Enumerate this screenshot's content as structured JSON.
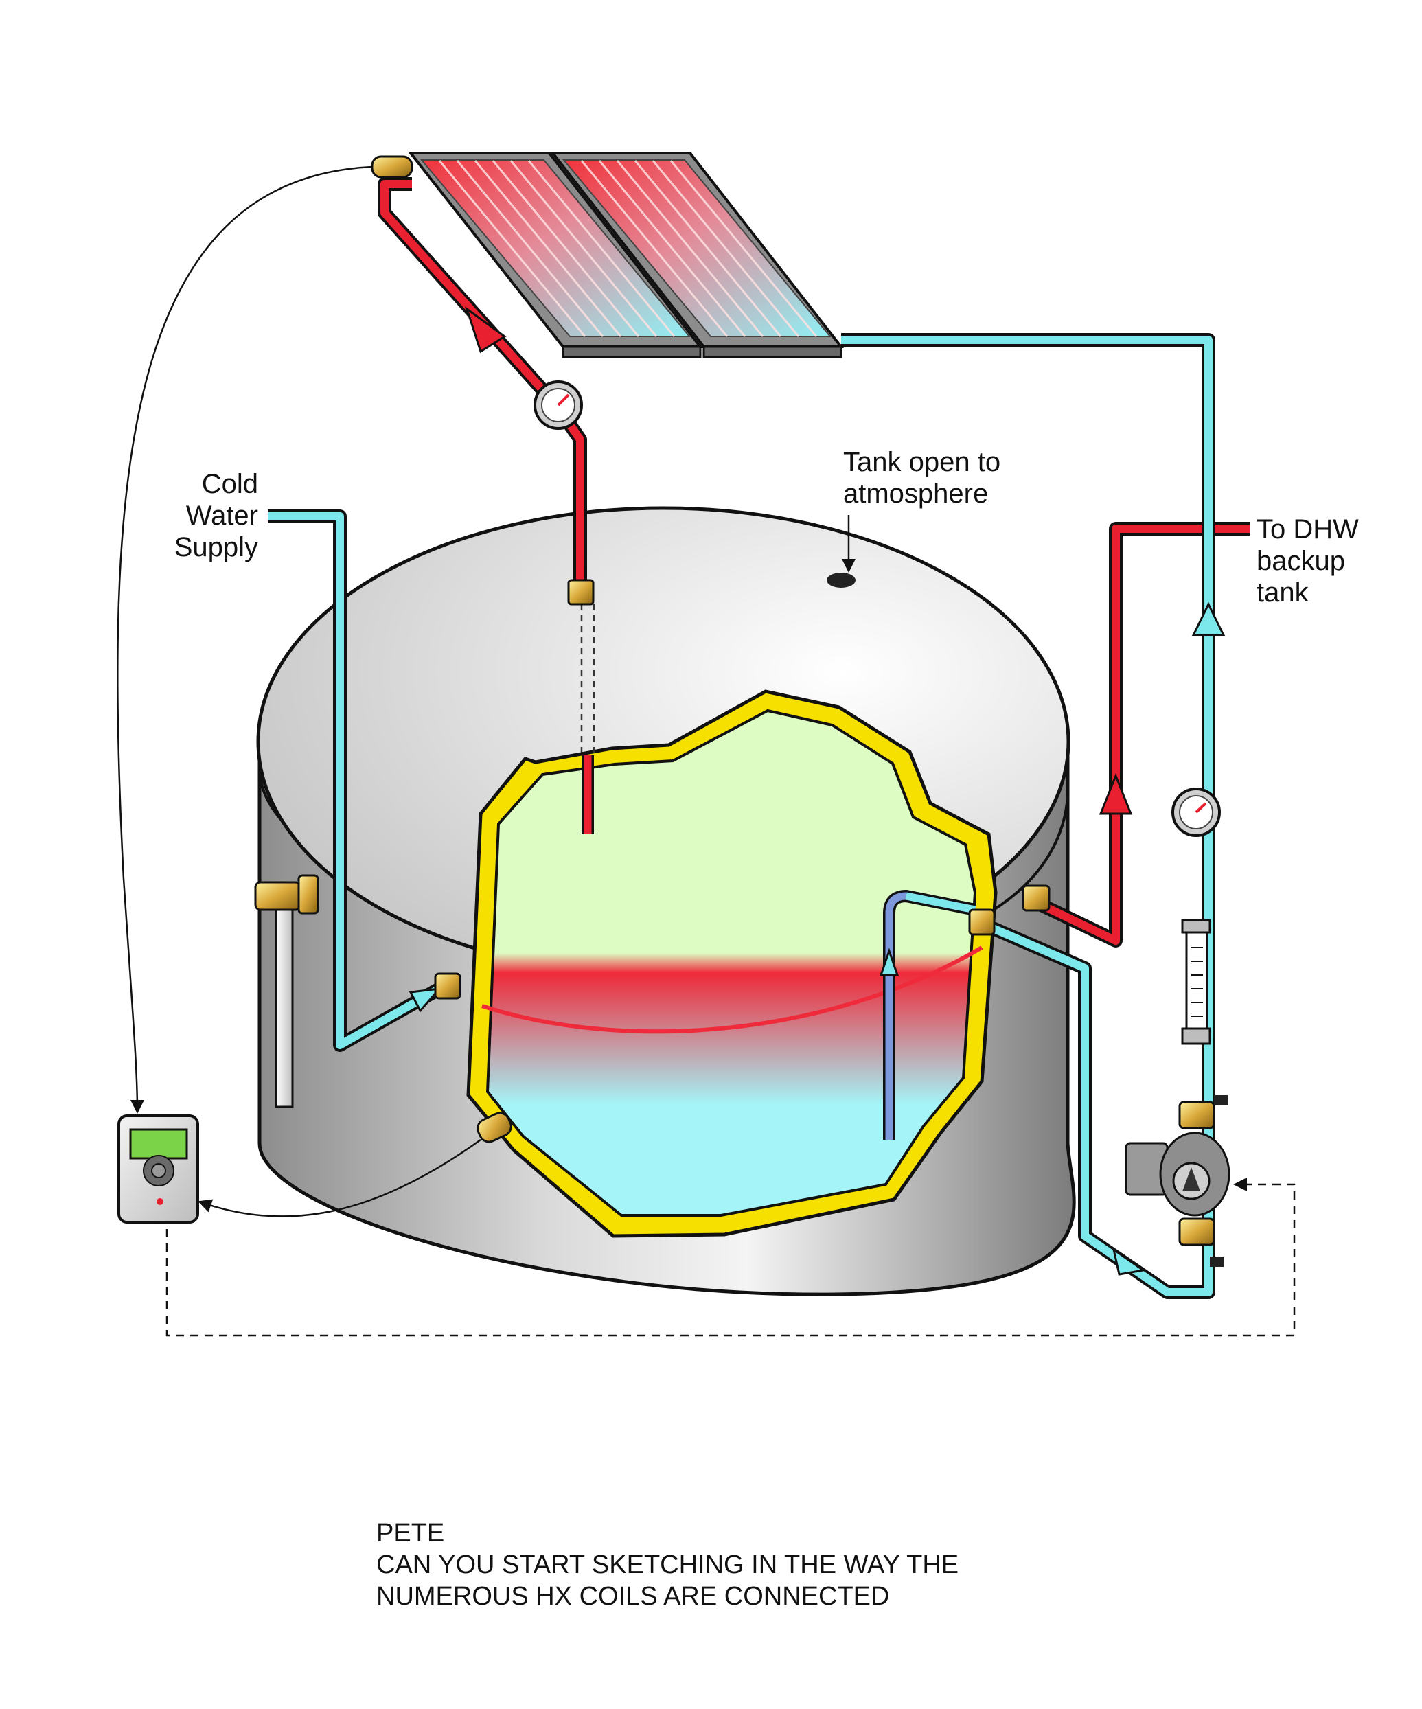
{
  "labels": {
    "cold_water": [
      "Cold",
      "Water",
      "Supply"
    ],
    "tank_open": [
      "Tank open to",
      "atmosphere"
    ],
    "dhw": [
      "To DHW",
      "backup",
      "tank"
    ]
  },
  "note": {
    "line1": "PETE",
    "line2": "CAN YOU START SKETCHING IN THE WAY THE",
    "line3": "NUMEROUS HX COILS ARE CONNECTED"
  },
  "icons": {
    "collectors": "solar-collector-icon",
    "gauges": "pressure-gauge-icon",
    "flowmeter": "flow-meter-icon",
    "pump": "circulator-pump-icon",
    "controller": "differential-controller-icon"
  },
  "colors": {
    "hot_pipe": "#e8202f",
    "cold_pipe": "#7de8ec",
    "tank_liner": "#f5e000",
    "water_top": "#ddfcc4",
    "water_bottom": "#a4f4f8",
    "controller_screen": "#7bd448"
  }
}
